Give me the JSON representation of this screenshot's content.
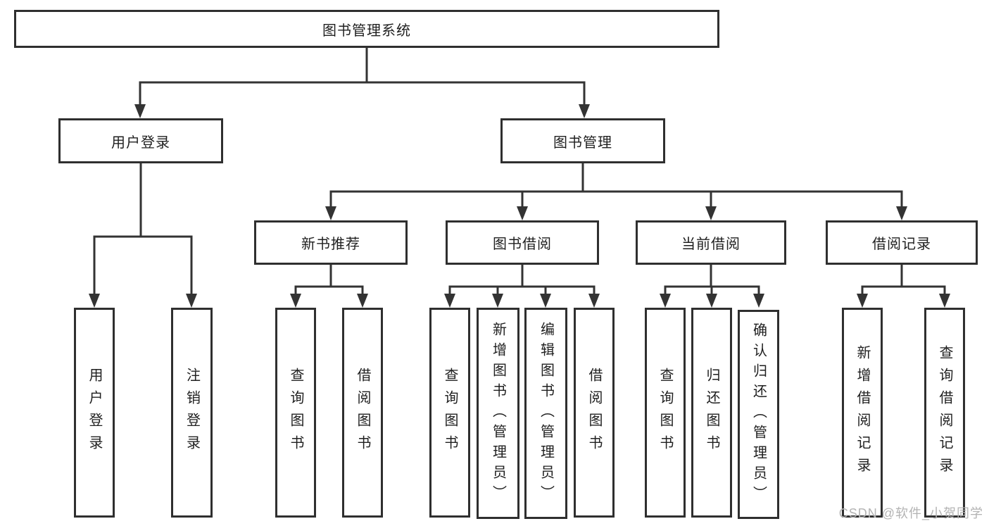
{
  "nodes": {
    "root": "图书管理系统",
    "user_login": "用户登录",
    "book_mgmt": "图书管理",
    "new_book": "新书推荐",
    "book_borrow": "图书借阅",
    "current_borrow": "当前借阅",
    "borrow_record": "借阅记录",
    "leaves": {
      "user_login": "用户登录",
      "logout": "注销登录",
      "nb_query": "查询图书",
      "nb_borrow": "借阅图书",
      "bb_query": "查询图书",
      "bb_add": "新增图书（管理员）",
      "bb_edit": "编辑图书（管理员）",
      "bb_borrow": "借阅图书",
      "cb_query": "查询图书",
      "cb_return": "归还图书",
      "cb_confirm": "确认归还（管理员）",
      "br_add": "新增借阅记录",
      "br_query": "查询借阅记录"
    }
  },
  "watermark": "CSDN @软件_小贺同学",
  "colors": {
    "line": "#333333",
    "box_border": "#2f2f2f",
    "text": "#1f1f1f",
    "watermark_text": "#b3b3b3",
    "background": "#ffffff"
  }
}
